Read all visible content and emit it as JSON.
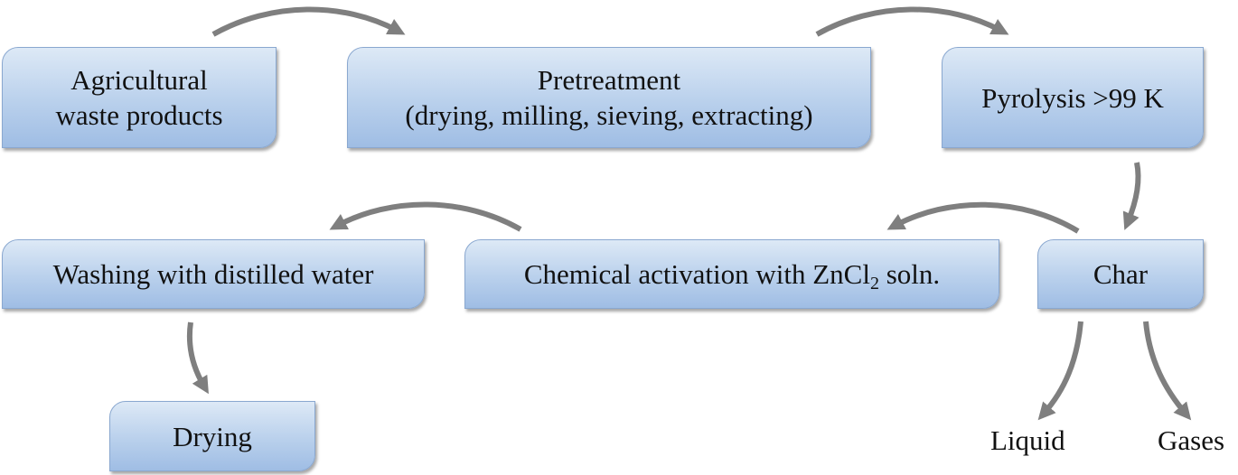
{
  "boxes": {
    "agricultural": {
      "line1": "Agricultural",
      "line2": "waste products"
    },
    "pretreatment": {
      "line1": "Pretreatment",
      "line2": "(drying, milling, sieving, extracting)"
    },
    "pyrolysis": {
      "label": "Pyrolysis >99 K"
    },
    "char": {
      "label": "Char"
    },
    "activation": {
      "label_before": "Chemical activation with ZnCl",
      "subscript": "2",
      "label_after": " soln."
    },
    "washing": {
      "label": "Washing with distilled water"
    },
    "drying": {
      "label": "Drying"
    }
  },
  "outputs": {
    "liquid": "Liquid",
    "gases": "Gases"
  },
  "colors": {
    "box_fill_top": "#dde9f6",
    "box_fill_bottom": "#9fbde4",
    "box_border": "#8aa8d0",
    "arrow": "#7f7f7f"
  }
}
